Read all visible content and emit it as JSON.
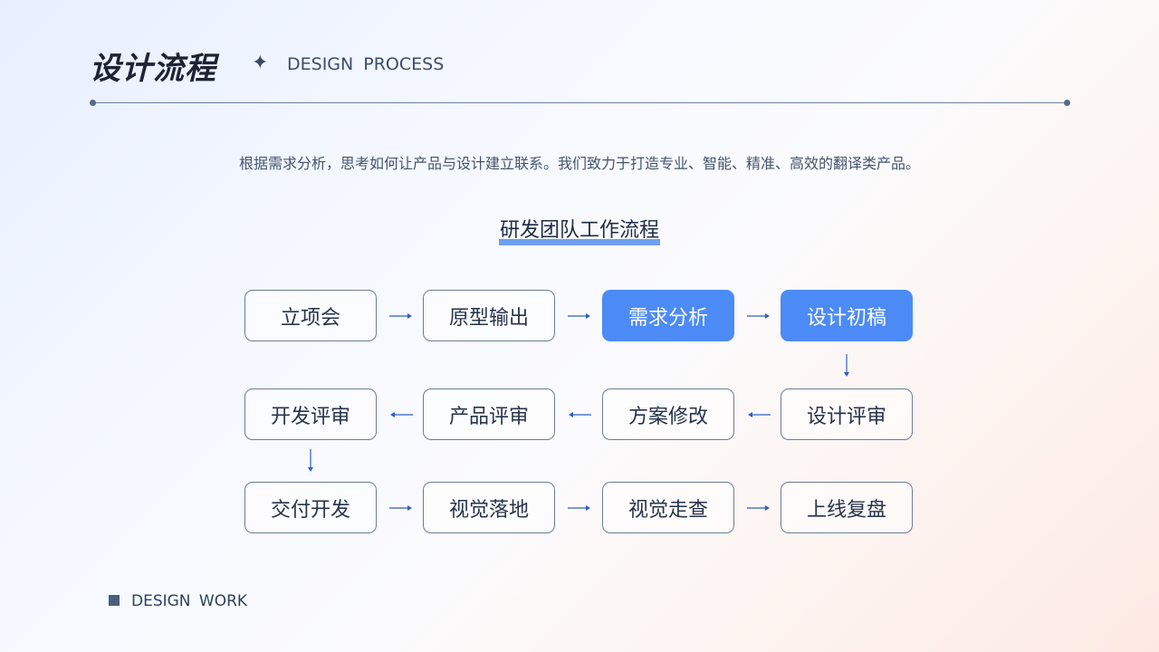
{
  "header": {
    "title": "设计流程",
    "star": "✦",
    "subtitle": "DESIGN  PROCESS"
  },
  "intro": "根据需求分析，思考如何让产品与设计建立联系。我们致力于打造专业、智能、精准、高效的翻译类产品。",
  "flow_title": "研发团队工作流程",
  "colors": {
    "accent": "#4c8bf5",
    "arrow": "#2f5ec4",
    "border": "#6b7c98"
  },
  "steps": [
    {
      "label": "立项会",
      "highlight": false
    },
    {
      "label": "原型输出",
      "highlight": false
    },
    {
      "label": "需求分析",
      "highlight": true
    },
    {
      "label": "设计初稿",
      "highlight": true
    },
    {
      "label": "开发评审",
      "highlight": false
    },
    {
      "label": "产品评审",
      "highlight": false
    },
    {
      "label": "方案修改",
      "highlight": false
    },
    {
      "label": "设计评审",
      "highlight": false
    },
    {
      "label": "交付开发",
      "highlight": false
    },
    {
      "label": "视觉落地",
      "highlight": false
    },
    {
      "label": "视觉走查",
      "highlight": false
    },
    {
      "label": "上线复盘",
      "highlight": false
    }
  ],
  "footer": "DESIGN  WORK"
}
